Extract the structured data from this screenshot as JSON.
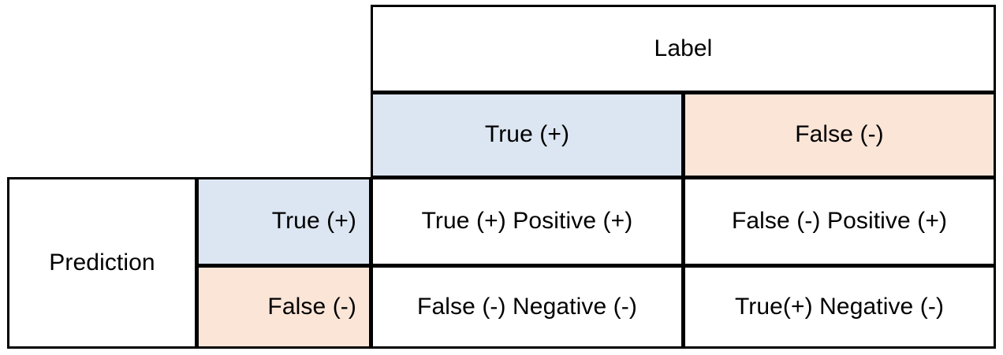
{
  "diagram": {
    "type": "confusion-matrix",
    "colors": {
      "positive_fill": "#dce6f2",
      "negative_fill": "#fae5d7",
      "border": "#000000",
      "background": "#ffffff",
      "text": "#000000"
    },
    "axes": {
      "column_axis_title": "Label",
      "row_axis_title": "Prediction"
    },
    "column_headers": [
      {
        "label": "True (+)",
        "fill": "positive"
      },
      {
        "label": "False (-)",
        "fill": "negative"
      }
    ],
    "row_headers": [
      {
        "label": "True (+)",
        "fill": "positive"
      },
      {
        "label": "False (-)",
        "fill": "negative"
      }
    ],
    "cells": {
      "true_positive": "True (+) Positive (+)",
      "false_positive": "False (-) Positive (+)",
      "false_negative": "False (-) Negative (-)",
      "true_negative": "True(+) Negative (-)"
    }
  }
}
